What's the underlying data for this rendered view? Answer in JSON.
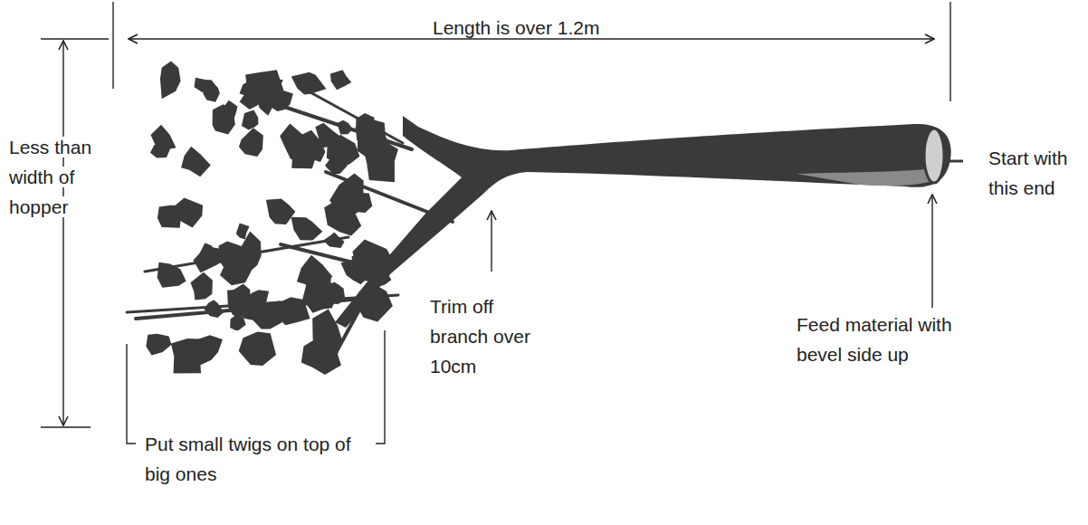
{
  "diagram": {
    "labels": [
      "Length is over 1.2m",
      "Less than width of hopper",
      "Trim off branch over 10cm",
      "Put small twigs on top of big ones",
      "Feed material with bevel side up",
      "Start with this end"
    ]
  }
}
